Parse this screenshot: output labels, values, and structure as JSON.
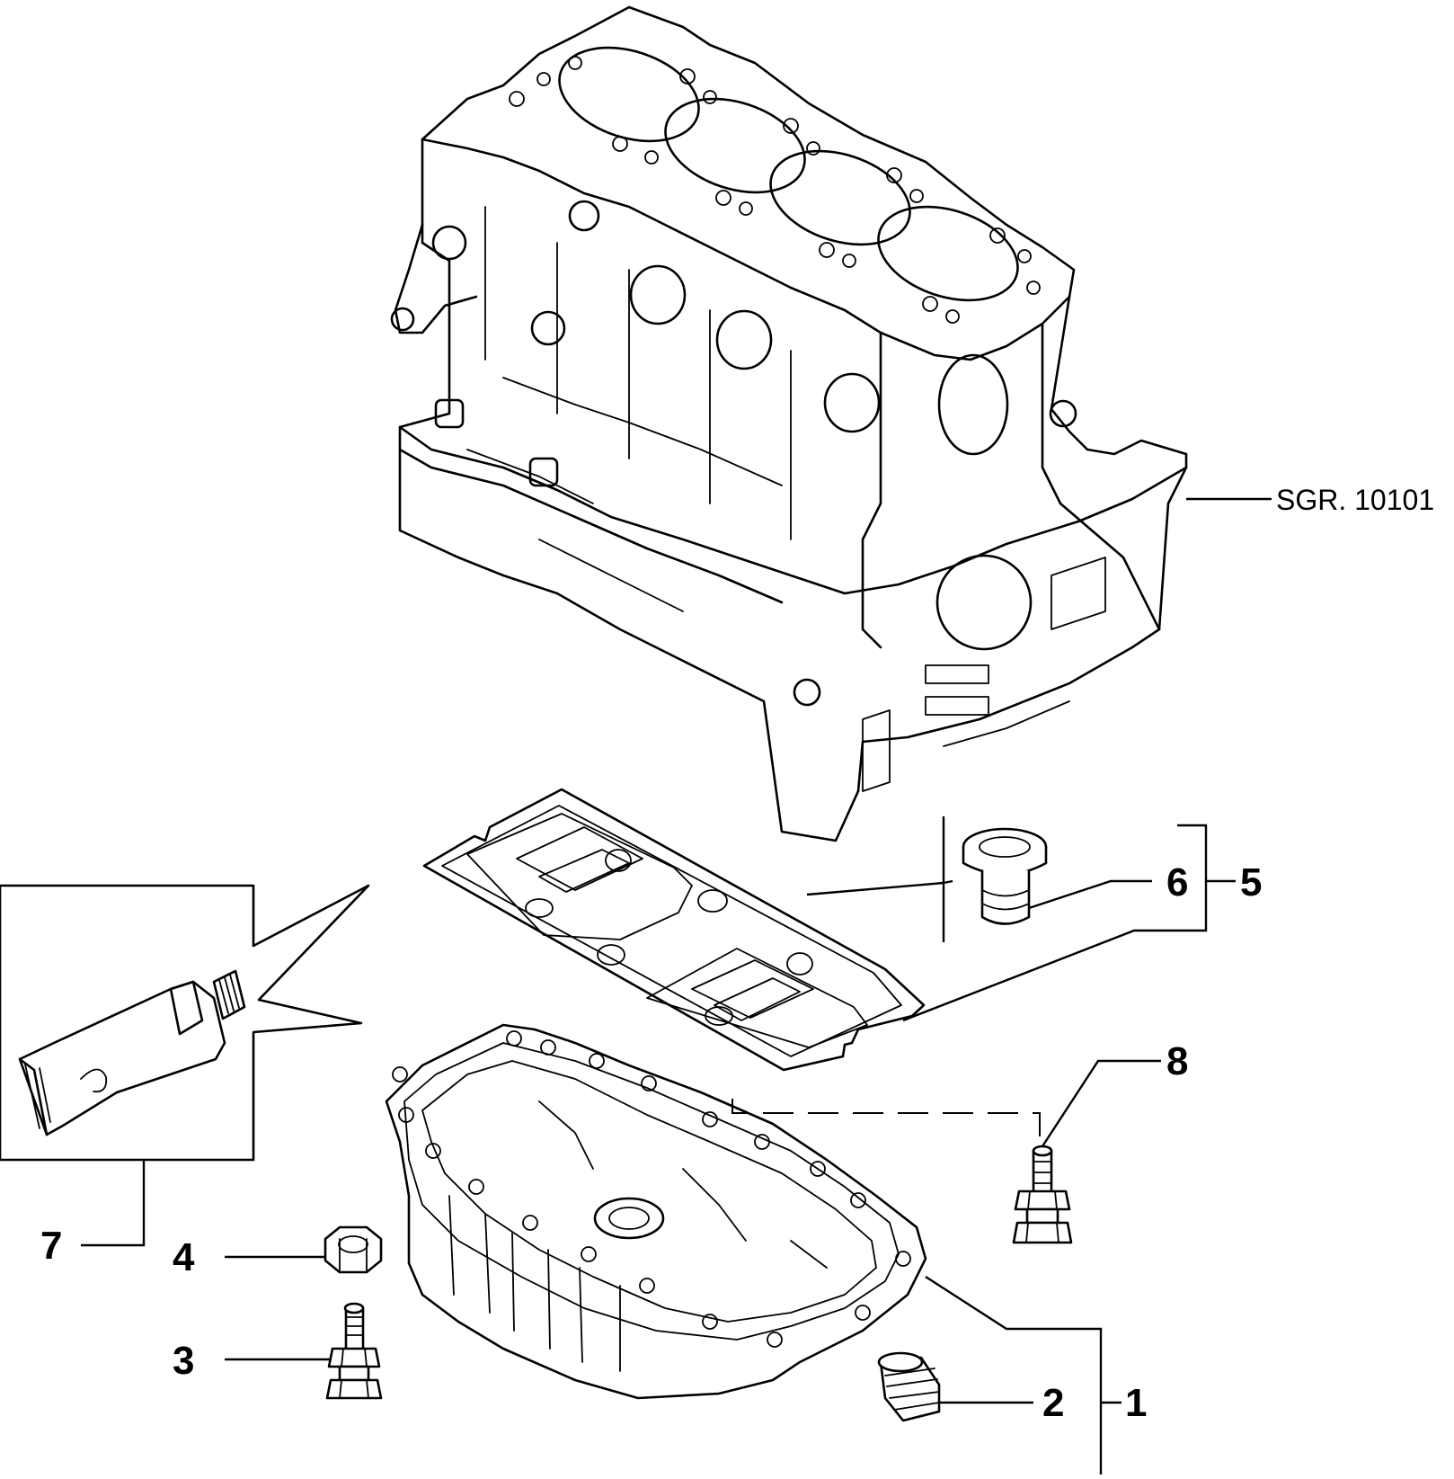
{
  "reference_label": "SGR. 10101",
  "callouts": {
    "c1": "1",
    "c2": "2",
    "c3": "3",
    "c4": "4",
    "c5": "5",
    "c6": "6",
    "c7": "7",
    "c8": "8"
  }
}
